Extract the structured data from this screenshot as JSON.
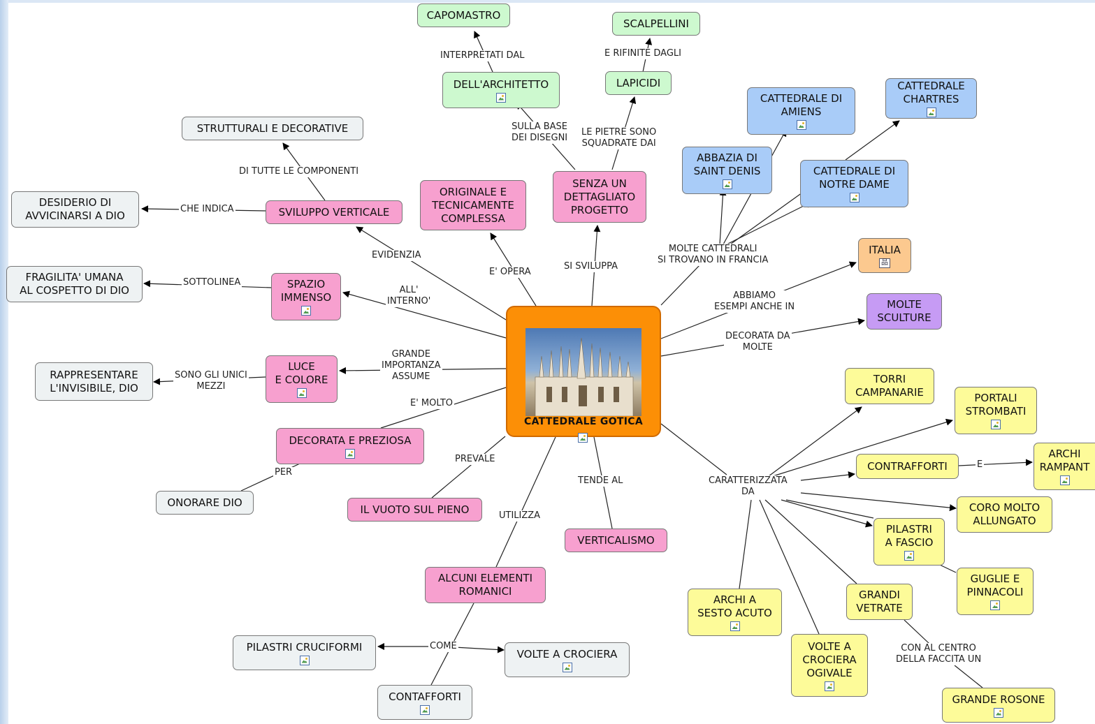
{
  "center": {
    "title": "CATTEDRALE GOTICA",
    "image": "milan-cathedral-photo"
  },
  "nodes": {
    "capomastro": "CAPOMASTRO",
    "scalpellini": "SCALPELLINI",
    "architetto": "DELL'ARCHITETTO",
    "lapicidi": "LAPICIDI",
    "strutturali": "STRUTTURALI E DECORATIVE",
    "amiens": "CATTEDRALE DI\nAMIENS",
    "chartres": "CATTEDRALE\nCHARTRES",
    "saint_denis": "ABBAZIA DI\nSAINT DENIS",
    "notre_dame": "CATTEDRALE DI\nNOTRE DAME",
    "originale": "ORIGINALE E\nTECNICAMENTE\nCOMPLESSA",
    "senza_progetto": "SENZA UN\nDETTAGLIATO\nPROGETTO",
    "desiderio": "DESIDERIO DI\nAVVICINARSI A DIO",
    "sviluppo": "SVILUPPO VERTICALE",
    "italia": "ITALIA",
    "sculture": "MOLTE\nSCULTURE",
    "fragilita": "FRAGILITA' UMANA\nAL COSPETTO DI DIO",
    "spazio": "SPAZIO\nIMMENSO",
    "rappresentare": "RAPPRESENTARE\nL'INVISIBILE, DIO",
    "luce": "LUCE\nE COLORE",
    "decorata": "DECORATA E PREZIOSA",
    "onorare": "ONORARE DIO",
    "vuoto": "IL VUOTO SUL PIENO",
    "verticalismo": "VERTICALISMO",
    "romanici": "ALCUNI ELEMENTI\nROMANICI",
    "pilastri_cruci": "PILASTRI CRUCIFORMI",
    "volte_crociera": "VOLTE A CROCIERA",
    "contafforti": "CONTAFFORTI",
    "torri": "TORRI\nCAMPANARIE",
    "portali": "PORTALI\nSTROMBATI",
    "contrafforti": "CONTRAFFORTI",
    "archi_rampanti": "ARCHI\nRAMPANT",
    "coro": "CORO MOLTO\nALLUNGATO",
    "pilastri_fascio": "PILASTRI\nA FASCIO",
    "guglie": "GUGLIE E\nPINNACOLI",
    "archi_sesto": "ARCHI A\nSESTO ACUTO",
    "vetrate": "GRANDI\nVETRATE",
    "volte_ogivale": "VOLTE A\nCROCIERA\nOGIVALE",
    "rosone": "GRANDE ROSONE"
  },
  "labels": {
    "interpretati": "INTERPRETATI DAL",
    "rifinite": "E RIFINITE DAGLI",
    "sulla_base": "SULLA BASE\nDEI DISEGNI",
    "pietre": "LE PIETRE SONO\nSQUADRATE DAI",
    "componenti": "DI TUTTE LE COMPONENTI",
    "che_indica": "CHE INDICA",
    "evidenzia": "EVIDENZIA",
    "opera": "E' OPERA",
    "sviluppa": "SI SVILUPPA",
    "francia": "MOLTE CATTEDRALI\nSI TROVANO IN FRANCIA",
    "sottolinea": "SOTTOLINEA",
    "interno": "ALL'\nINTERNO'",
    "esempi": "ABBIAMO\nESEMPI ANCHE IN",
    "decorata_da": "DECORATA DA\nMOLTE",
    "importanza": "GRANDE\nIMPORTANZA\nASSUME",
    "mezzi": "SONO GLI UNICI\nMEZZI",
    "molto": "E' MOLTO",
    "per": "PER",
    "prevale": "PREVALE",
    "tende": "TENDE AL",
    "utilizza": "UTILIZZA",
    "caratterizzata": "CARATTERIZZATA\nDA",
    "e": "E",
    "come": "COME",
    "centro": "CON AL CENTRO\nDELLA FACCITA UN"
  },
  "colors": {
    "pink": "#f7a0cf",
    "grey": "#eef2f3",
    "green": "#cdf9cf",
    "blue": "#a9ccf8",
    "yellow": "#fdfb99",
    "orange": "#fcc98f",
    "purple": "#c69bf4",
    "center": "#fc8f06"
  },
  "icons": {
    "image_attachment": "image-icon",
    "map_link": "concept-map-icon"
  }
}
